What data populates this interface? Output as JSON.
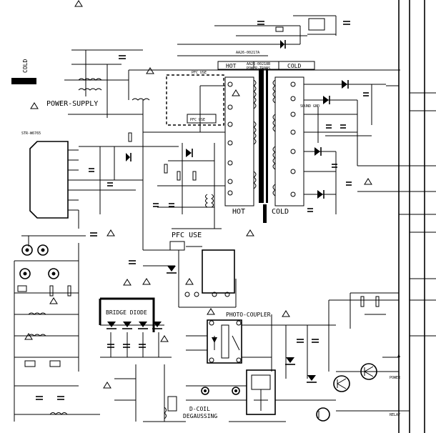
{
  "labels": {
    "cold_vertical": "COLD",
    "power_supply": "POWER-SUPPLY",
    "hot_top": "HOT",
    "cold_top": "COLD",
    "hot_mid": "HOT",
    "cold_mid": "COLD",
    "pfc_use_top": "PFC USE",
    "pfc_use_box": "PFC USE",
    "pfc_use_mid": "PFC USE",
    "bridge_diode": "BRIDGE DIODE",
    "photo_coupler": "PHOTO-COUPLER",
    "d_coil": "D-COIL",
    "degaussing": "DEGAUSSING",
    "power_trans_1": "AA26-00217A",
    "power_trans_2": "AA26-00218B",
    "power_trans_3": "POWER-TRANS",
    "ic_name": "STR-W6765",
    "relay": "RELAY",
    "power": "POWER",
    "sound_gnd": "SOUND GND"
  }
}
